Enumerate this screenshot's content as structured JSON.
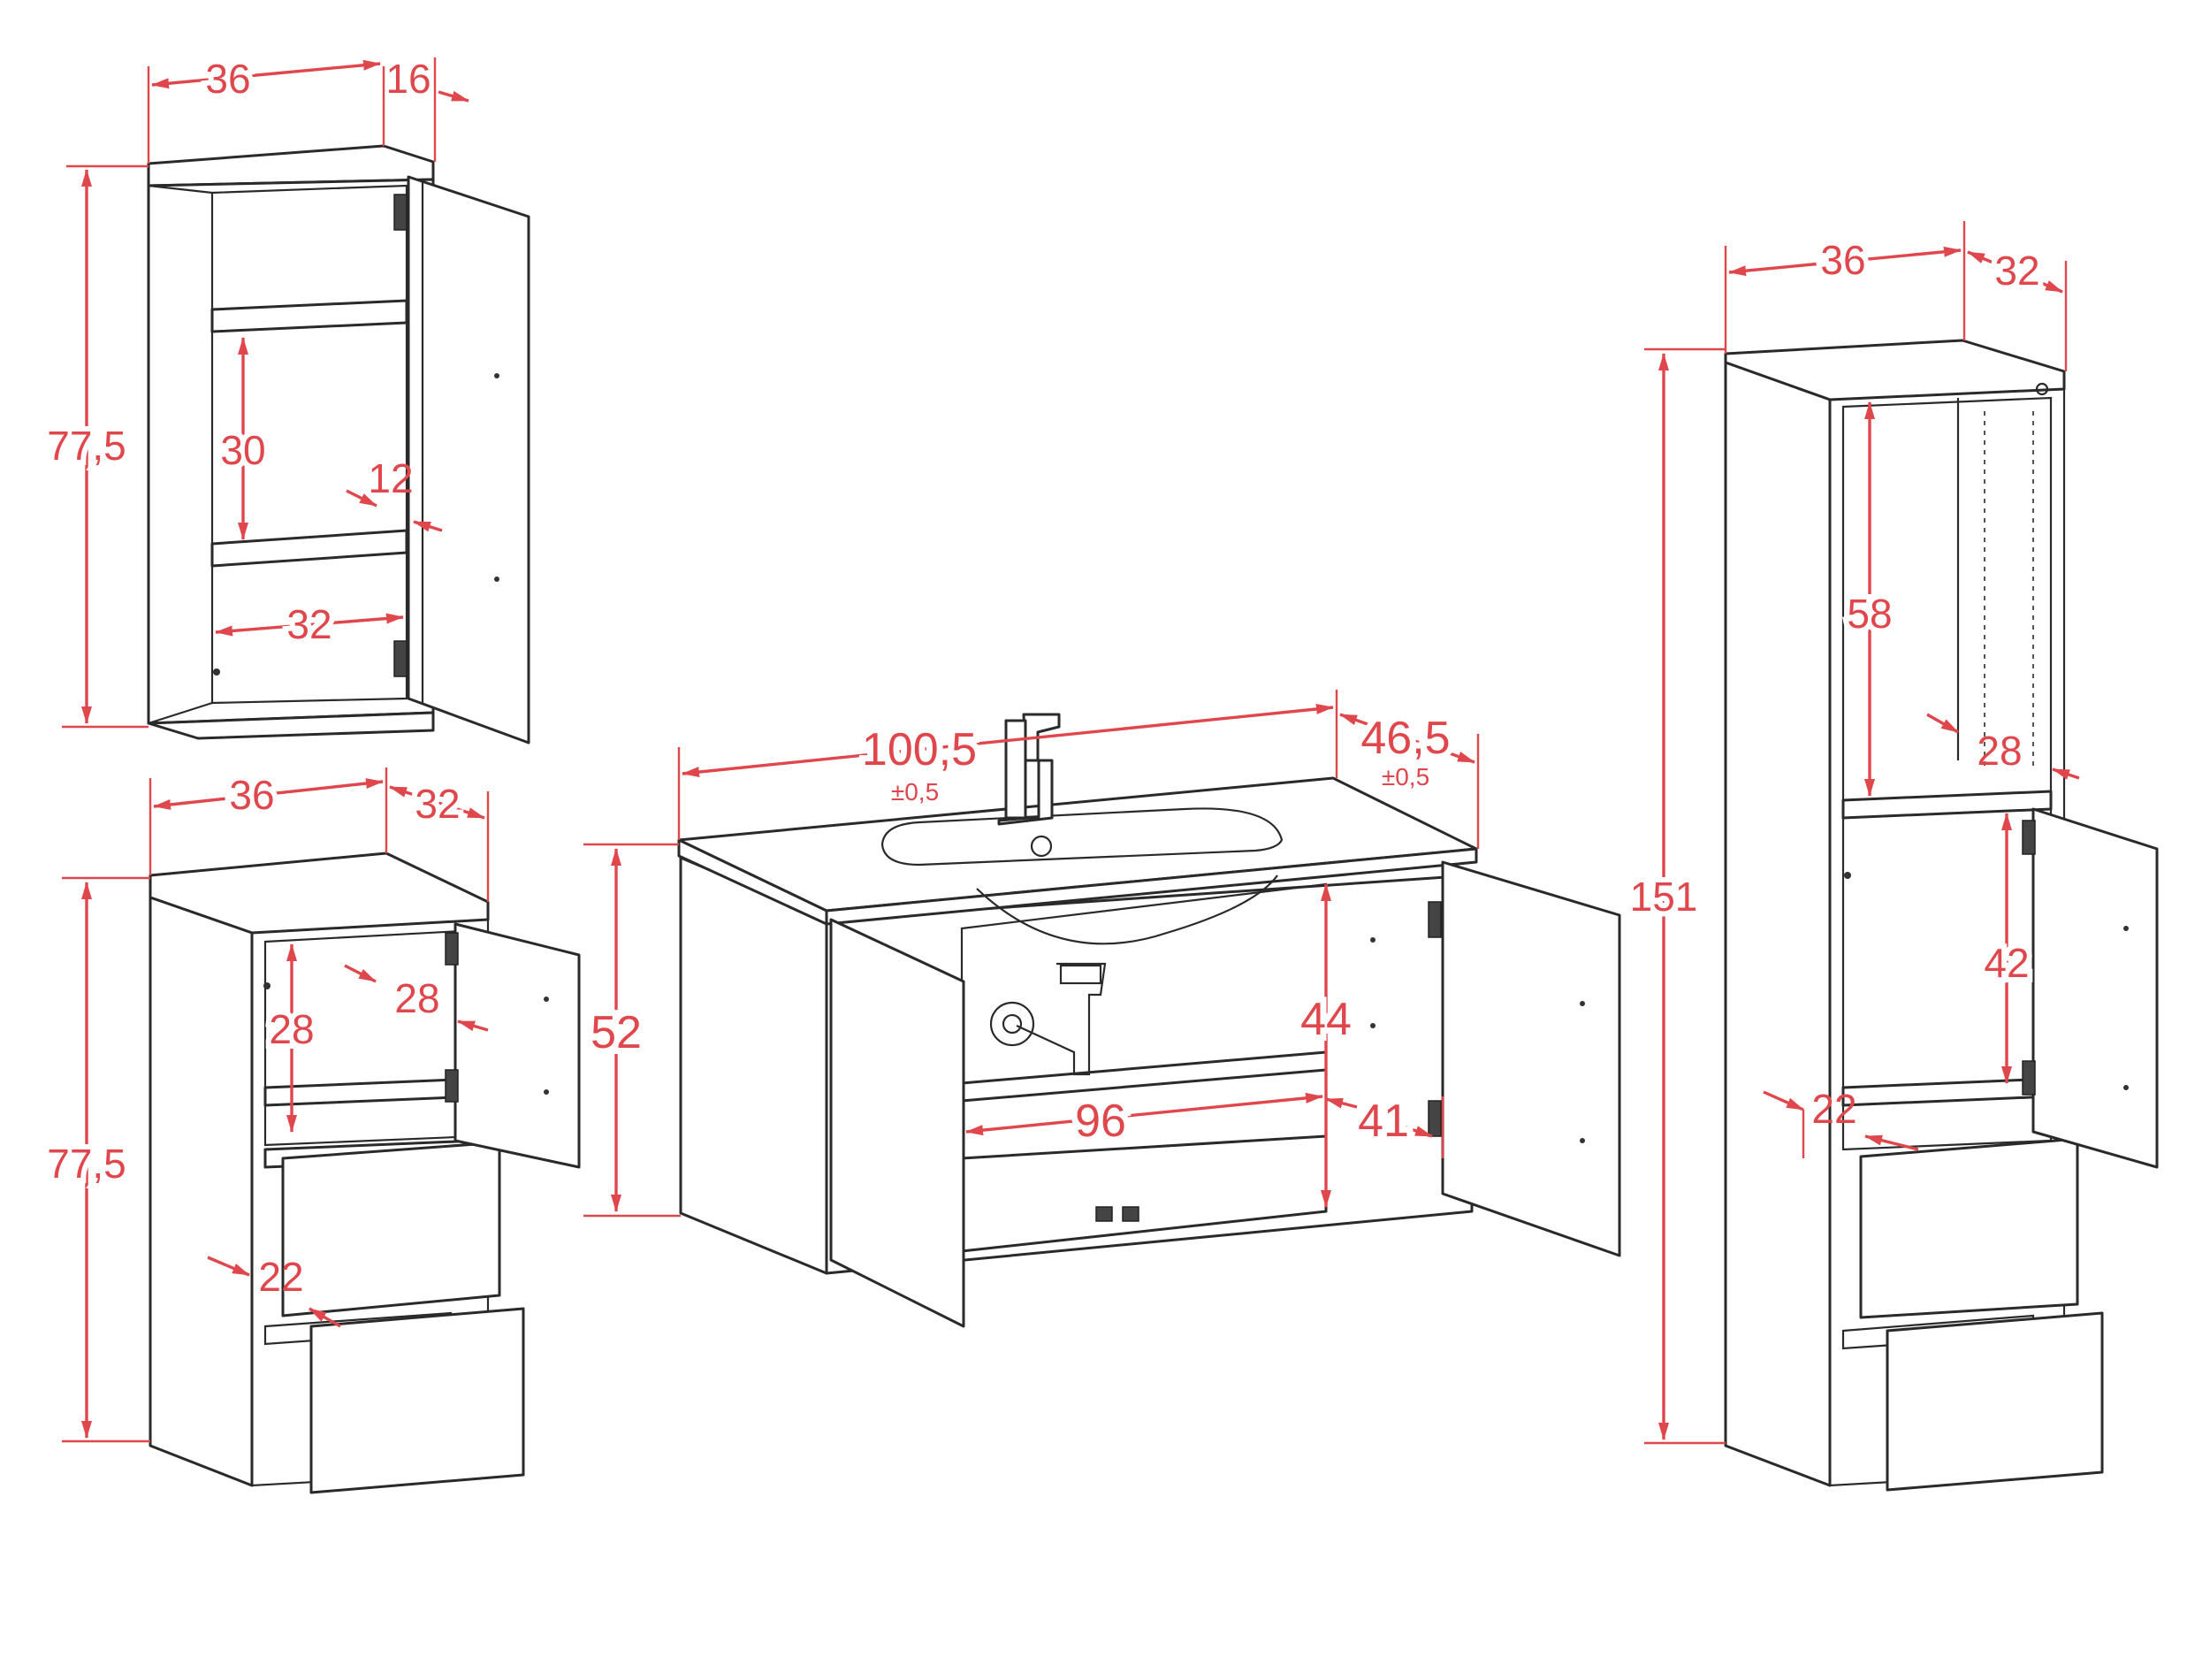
{
  "colors": {
    "dimension": "#e0474c",
    "outline": "#2a2a2a",
    "background": "#ffffff"
  },
  "upper_cabinet": {
    "width": "36",
    "depth": "16",
    "height": "77,5",
    "shelf_spacing": "30",
    "door_thickness": "12",
    "inner_width": "32"
  },
  "lower_cabinet": {
    "width": "36",
    "depth": "32",
    "height": "77,5",
    "compartment_height": "28",
    "compartment_depth": "28",
    "drawer_height": "22"
  },
  "vanity": {
    "width": "100,5",
    "width_tolerance": "±0,5",
    "depth": "46,5",
    "depth_tolerance": "±0,5",
    "height": "52",
    "inner_height": "44",
    "inner_width": "96",
    "inner_depth": "41"
  },
  "tall_cabinet": {
    "width": "36",
    "depth": "32",
    "height": "151",
    "open_height": "58",
    "shelf_depth": "28",
    "door_compartment_height": "42",
    "drawer_height": "22"
  }
}
